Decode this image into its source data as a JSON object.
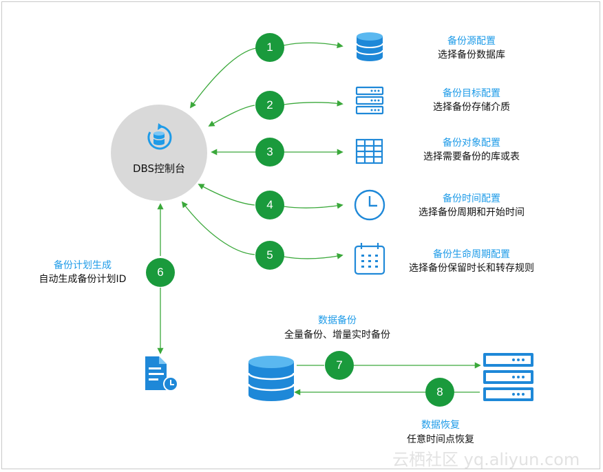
{
  "console": {
    "label": "DBS控制台",
    "icon": "refresh-database-icon"
  },
  "steps": [
    {
      "number": "1",
      "title": "备份源配置",
      "description": "选择备份数据库",
      "icon": "database-icon"
    },
    {
      "number": "2",
      "title": "备份目标配置",
      "description": "选择备份存储介质",
      "icon": "server-rack-icon"
    },
    {
      "number": "3",
      "title": "备份对象配置",
      "description": "选择需要备份的库或表",
      "icon": "table-grid-icon"
    },
    {
      "number": "4",
      "title": "备份时间配置",
      "description": "选择备份周期和开始时间",
      "icon": "clock-icon"
    },
    {
      "number": "5",
      "title": "备份生命周期配置",
      "description": "选择备份保留时长和转存规则",
      "icon": "calendar-icon"
    }
  ],
  "plan": {
    "number": "6",
    "title": "备份计划生成",
    "description": "自动生成备份计划ID",
    "icon": "document-clock-icon"
  },
  "backup": {
    "number": "7",
    "title": "数据备份",
    "description": "全量备份、增量实时备份"
  },
  "restore": {
    "number": "8",
    "title": "数据恢复",
    "description": "任意时间点恢复"
  },
  "watermark": "云栖社区 yq.aliyun.com",
  "colors": {
    "accent": "#1e9be8",
    "step": "#1a9a3c",
    "connector": "#3aa83a",
    "console": "#d9d9d9",
    "text": "#111111"
  }
}
